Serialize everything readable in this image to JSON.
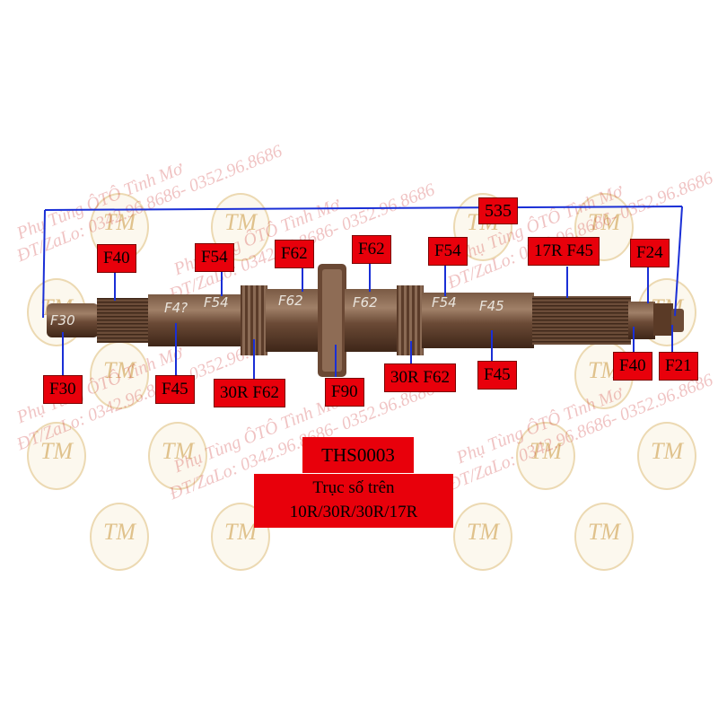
{
  "dimension": {
    "overall_length": "535"
  },
  "labels": {
    "f40_top": "F40",
    "f54_top_left": "F54",
    "f62_top_left": "F62",
    "f62_top_right": "F62",
    "f54_top_right": "F54",
    "r17_f45": "17R F45",
    "f24": "F24",
    "f30": "F30",
    "f45_bottom_left": "F45",
    "r30_f62_left": "30R F62",
    "f90": "F90",
    "r30_f62_right": "30R F62",
    "f45_bottom_right": "F45",
    "f40_bottom": "F40",
    "f21": "F21"
  },
  "handwritten": [
    "F30",
    "F4?",
    "F54",
    "F62",
    "F62",
    "F54",
    "F45"
  ],
  "product": {
    "code": "THS0003",
    "name": "Trục số trên",
    "models": "10R/30R/30R/17R"
  },
  "watermark": {
    "lines": [
      "Phụ Tùng ÔTÔ Tình Mơ",
      "ĐT/ZaLo: 0342.96.8686- 0352.96.8686"
    ],
    "logo_text": "TM"
  },
  "colors": {
    "label_bg": "#e8000b",
    "dimension_line": "#1a2fd6",
    "shaft": "#5a3a26"
  }
}
